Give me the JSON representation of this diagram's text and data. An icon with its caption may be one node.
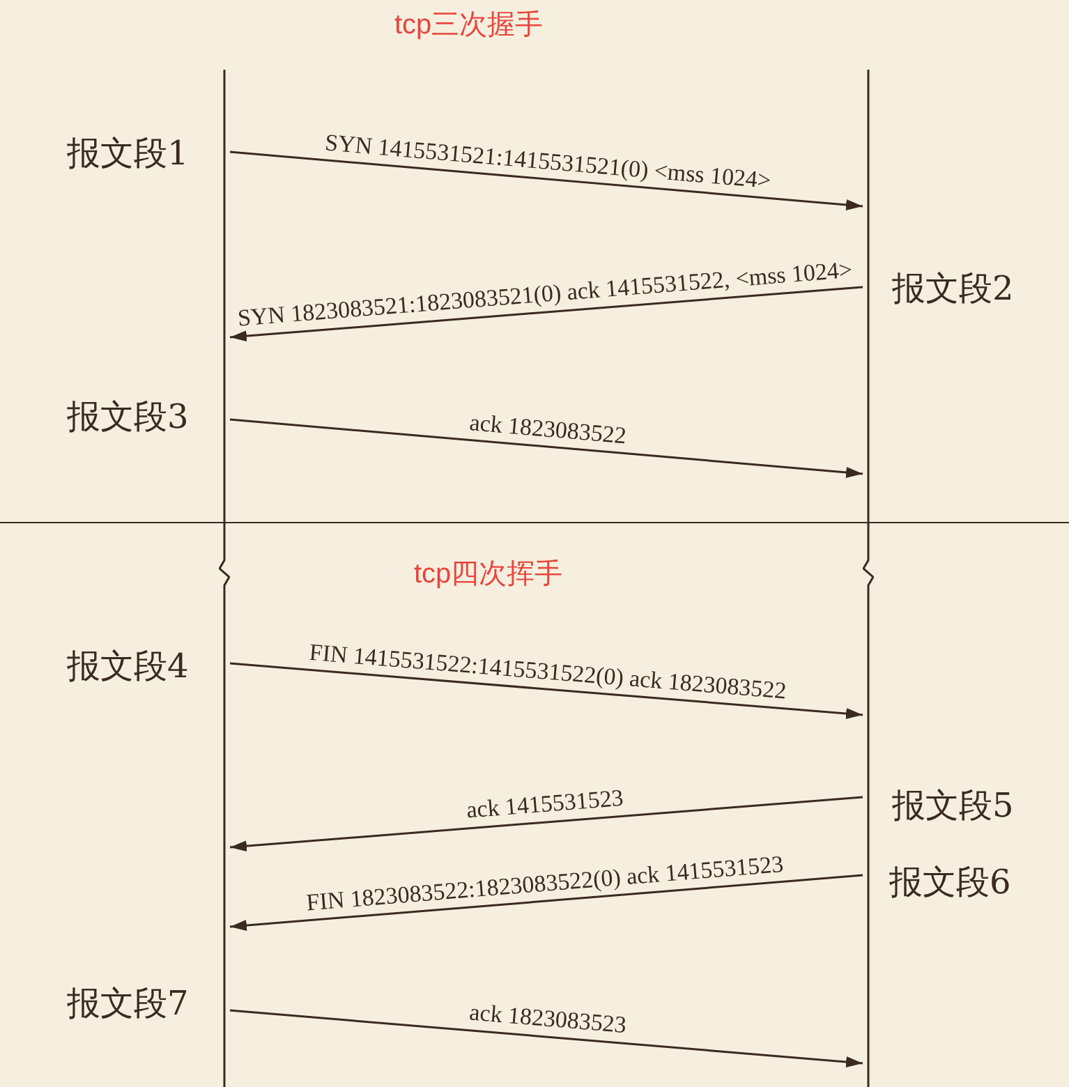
{
  "diagram": {
    "nodes": [
      {
        "text": [],
        "shape": "bar"
      },
      {
        "text": [],
        "shape": "bar"
      }
    ],
    "edges": [
      {
        "from": 0,
        "to": 1,
        "arrow": "to",
        "label": "SYN 1415531521:1415531521(0) <mss 1024>"
      },
      {
        "from": 1,
        "to": 0,
        "arrow": "to",
        "label": "SYN 1823083521:1823083521(0) ack 1415531522, <mss 1024>"
      },
      {
        "from": 0,
        "to": 1,
        "arrow": "to",
        "label": "ack 1823083522"
      },
      {
        "from": 0,
        "to": 1,
        "arrow": "to",
        "label": "FIN 1415531522:1415531522(0) ack 1823083522"
      },
      {
        "from": 1,
        "to": 0,
        "arrow": "to",
        "label": "ack 1415531523"
      },
      {
        "from": 1,
        "to": 0,
        "arrow": "to",
        "label": "FIN 1823083522:1823083522(0) ack 1415531523"
      },
      {
        "from": 0,
        "to": 1,
        "arrow": "to",
        "label": "ack 1823083523"
      }
    ],
    "labels": [
      "tcp三次握手",
      "报文段1",
      "报文段2",
      "报文段3",
      "tcp四次挥手",
      "报文段4",
      "报文段5",
      "报文段6",
      "报文段7"
    ]
  }
}
